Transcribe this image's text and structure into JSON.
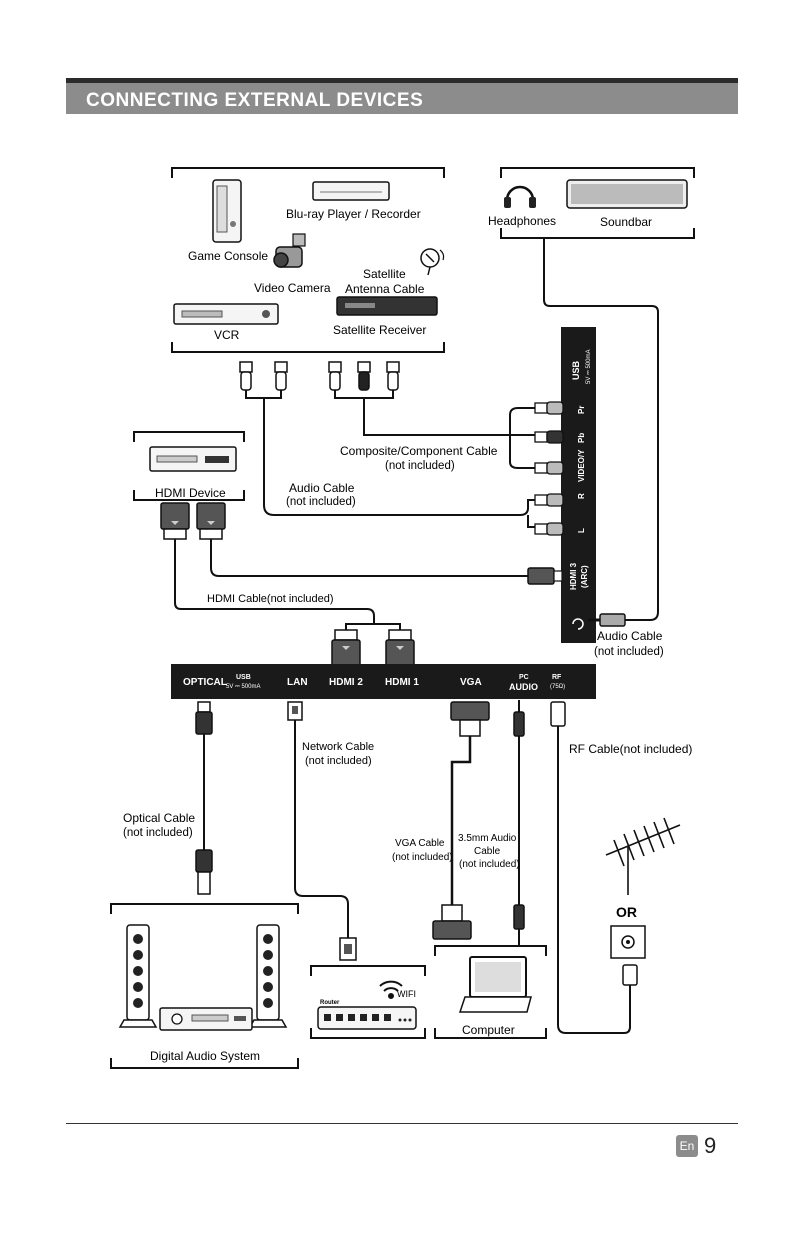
{
  "header": {
    "title": "CONNECTING EXTERNAL DEVICES"
  },
  "devices": {
    "game_console": "Game Console",
    "bluray": "Blu-ray Player / Recorder",
    "video_camera": "Video Camera",
    "satellite": "Satellite",
    "antenna_cable": "Antenna Cable",
    "vcr": "VCR",
    "satellite_receiver": "Satellite Receiver",
    "headphones": "Headphones",
    "soundbar": "Soundbar",
    "hdmi_device": "HDMI Device",
    "digital_audio_system": "Digital Audio System",
    "router": "Router",
    "wifi": "WIFI",
    "computer": "Computer",
    "or": "OR"
  },
  "cables": {
    "composite_component": "Composite/Component Cable",
    "not_included": "(not included)",
    "audio_cable": "Audio Cable",
    "hdmi_cable": "HDMI Cable(not included)",
    "network_cable": "Network Cable",
    "rf_cable": "RF Cable(not included)",
    "optical_cable": "Optical Cable",
    "vga_cable": "VGA Cable",
    "vga_not_included": "(not included)",
    "audio_35": "3.5mm Audio",
    "audio_35_cable": "Cable",
    "audio_35_not_included": "(not included)"
  },
  "bottom_panel": {
    "optical": "OPTICAL",
    "usb": "USB",
    "usb_spec": "5V ⎓ 500mA",
    "lan": "LAN",
    "hdmi2": "HDMI 2",
    "hdmi1": "HDMI 1",
    "vga": "VGA",
    "pc": "PC",
    "audio": "AUDIO",
    "rf": "RF",
    "rf_spec": "(75Ω)"
  },
  "side_panel": {
    "usb": "USB",
    "usb_spec": "5V ⎓ 500mA",
    "pr": "Pr",
    "pb": "Pb",
    "video_y": "VIDEO/Y",
    "r": "R",
    "l": "L",
    "hdmi3": "HDMI 3",
    "arc": "(ARC)"
  },
  "footer": {
    "lang": "En",
    "page": "9"
  }
}
